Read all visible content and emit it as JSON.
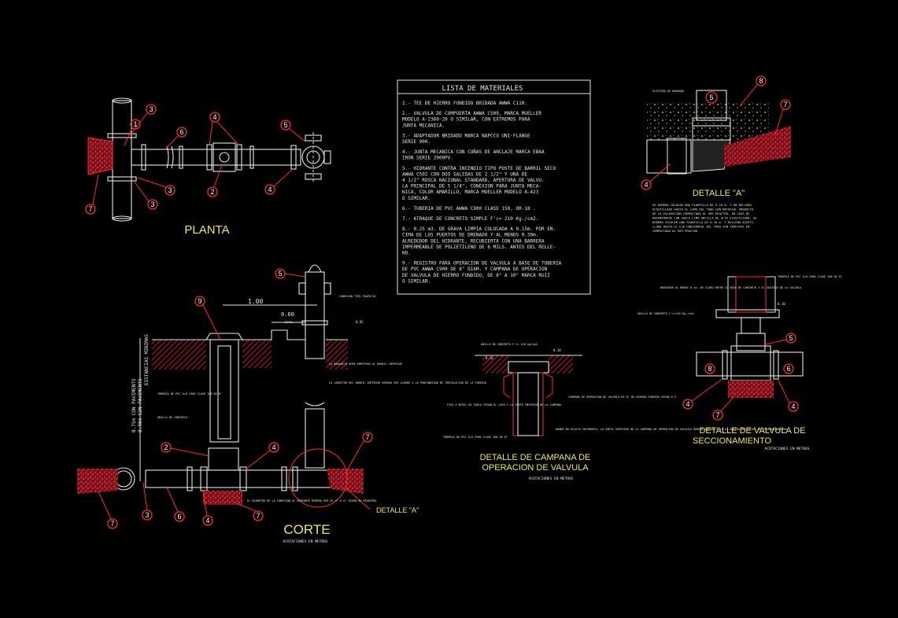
{
  "plan": {
    "title": "PLANTA"
  },
  "section": {
    "title": "CORTE",
    "note": "ACOTACIONES EN METROS",
    "dim_1": "1.00",
    "dim_060": "0.60",
    "dim_005": "0.05",
    "nivel": "NIVEL",
    "label_conexion": "CONEXION TIPO TRAPECIO",
    "label_banqueta": "LA BANQUETA DEBE EMPOTRAR AL BARRIL INFERIOR",
    "label_longitud": "LA LONGITUD DEL BARRIL INTERIOR DEBERA SER ACORDE A LA PROFUNDIDAD DE INSTALACION DE LA TUBERIA",
    "label_tuberia": "TUBERIA DE PVC A/A C900 CLASE 100 DE 8\"",
    "label_anillo": "ANILLO DE CONCRETO",
    "label_diametro": "EL DIAMETRO DE LA CONEXION AL HIDRANTE DEBERA SER DE 4\" A 6\" SEGUN SE REQUIERA",
    "vertical_1": "0.75m CON PAVIMENTO",
    "vertical_2": "0.90m SIN PAVIMENTO",
    "vertical_3": "DISTANCIAS MINIMAS",
    "detalle_a_ref": "DETALLE \"A\""
  },
  "materials": {
    "header": "LISTA DE MATERIALES",
    "items": [
      [
        "1.- TEE DE HIERRO FUNDIDO BRIDADA AWWA C110."
      ],
      [
        "2.- VALVULA DE COMPUERTA AWWA C509, MARCA MUELLER",
        "    MODELO A-2360-20 O SIMILAR, CON EXTREMOS PARA",
        "    JUNTA MECANICA."
      ],
      [
        "3.- ADAPTADOR BRIDADO MARCA NAPCCO UNI-FLANGE",
        "    SERIE 900."
      ],
      [
        "4.- JUNTA MECANICA CON CUÑAS DE ANCLAJE MARCA EBAA",
        "    IRON SERIE 2000PV."
      ],
      [
        "5.- HIDRANTE CONTRA INCENDIO TIPO POSTE DE BARRIL SECO",
        "    AWWA C502 CON DOS SALIDAS DE 2 1/2\" Y UNA DE",
        "    4 1/2\" ROSCA NACIONAL STANDARD, APERTURA DE VALVU-",
        "    LA PRINCIPAL DE 5 1/4\", CONEXION PARA JUNTA MECA-",
        "    NICA, COLOR AMARILLO, MARCA MUELLER MODELO A-423",
        "    O SIMILAR."
      ],
      [
        "6.- TUBERIA DE PVC AWWA C900 CLASE 150, DR-18 ."
      ],
      [
        "7.- ATRAQUE DE CONCRETO SIMPLE F'c= 210 Kg./cm2."
      ],
      [
        "8.- 0.25 m3. DE GRAVA LIMPIA COLOCADA A 0.15m. POR EN-",
        "    CIMA DE LOS PUERTOS DE DRENADO Y AL MENOS 0.30m.",
        "    ALREDEDOR DEL HIDRANTE, RECUBIERTA CON UNA BARRERA",
        "    IMPERMEABLE DE POLIETILENO DE 6 MILS. ANTES DEL RELLE-",
        "    NO."
      ],
      [
        "9.- REGISTRO PARA OPERACION DE VALVULA A BASE DE TUBERIA",
        "    DE PVC AWWA C900 DE 8\" DIAM. Y CAMPANA DE OPERACION",
        "    DE VALVULA DE HIERRO FUNDIDO, DE 8\" A 10\" MARCA RUIZ",
        "    O SIMILAR."
      ]
    ]
  },
  "detail_a": {
    "title": "DETALLE \"A\"",
    "top_label": "PLESTIRA DE DRENADO",
    "note": [
      "SE DEBERA COLOCAR UNA PLANTILLA DE 0.10 m. Y UN RELLENO",
      "ACOSTILLADO HASTA EL LOMO DEL TUBO CON MATERIAL PRODUCTO",
      "DE LA EXCAVACION COMPACTADO AL 90% PROCTOR, EN CASO DE",
      "ENCONTRARSE CON SUELO LIMO-ARCILLA DE ALTA PLASTICIDAD, SE",
      "DEBERA COLOCAR UNA PLANTILLA DE 0.10 m. Y RELLENO ACOSTI-",
      "LLADO HASTA EL EJE HORIZONTAL DEL TUBO CON TEPETATE EN",
      "COMPACTADO AL 90% PROCTOR."
    ]
  },
  "detail_campana": {
    "title_1": "DETALLE DE CAMPANA DE",
    "title_2": "OPERACION DE VALVULA",
    "note": "ACOTACIONES EN METROS",
    "top_label": "ANILLO DE CONCRETO F'c= 210 kg/cm2.",
    "dim_010a": "0.10",
    "dim_010b": "0.10",
    "left_label": "PISO O NIVEL DE SUELO SEGUN EL CASO Y LA PARTE INFERIOR DE LA CAMPANA",
    "right_label": "CAMPANA DE OPERACION DE VALVULA DE 8\" DE HIERRO FUNDIDO SEGUN R.E.",
    "bottom_left": "TUBERIA DE PVC A/A C900 CLASE 100 DE 8\"",
    "bottom_right": "DONDE NO EXISTA PAVIMENTO, LA PARTE SUPERIOR DE LA CAMPANA DE OPERACION DE VALVULA DEBERA QUEDAR 0.15 m. ARRIBA DEL NIVEL DE TERRENO NATURAL"
  },
  "detail_valve": {
    "title_1": "DETALLE DE VALVULA DE",
    "title_2": "SECCIONAMIENTO",
    "note": "ACOTACIONES EN METROS",
    "label_1": "MANTENER AL MENOS 8 cm. DE CLARO ENTRE LA BASE DE CONCRETO Y EL VASTAGO DE LA VALVULA",
    "label_2": "TUBERIA DE PVC A/A C900 CLASE 100 DE 8\"",
    "label_3": "ANILLO DE CONCRETO F'c=210 Kg./cm2.",
    "dim": "0.10"
  },
  "colors": {
    "background": "#000000",
    "title_yellow": "#f0ea3c",
    "balloon_red": "#ff2a2a",
    "line_white": "#e8e8e8",
    "hatch_red": "#d8263a"
  }
}
